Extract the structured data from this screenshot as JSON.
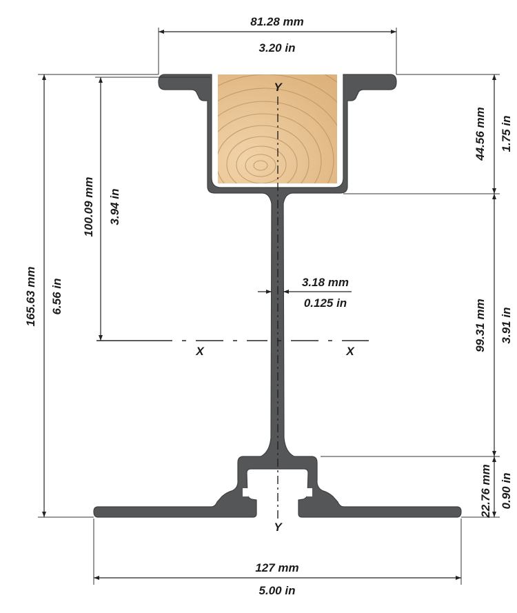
{
  "dimensions": {
    "top_width_mm": "81.28 mm",
    "top_width_in": "3.20 in",
    "overall_height_mm": "165.63 mm",
    "overall_height_in": "6.56 in",
    "neutral_axis_mm": "100.09 mm",
    "neutral_axis_in": "3.94 in",
    "top_flange_height_mm": "44.56 mm",
    "top_flange_height_in": "1.75 in",
    "web_height_mm": "99.31 mm",
    "web_height_in": "3.91 in",
    "bottom_flange_height_mm": "22.76 mm",
    "bottom_flange_height_in": "0.90 in",
    "web_thickness_mm": "3.18 mm",
    "web_thickness_in": "0.125 in",
    "base_width_mm": "127 mm",
    "base_width_in": "5.00 in"
  },
  "axes": {
    "y_top": "Y",
    "y_bottom": "Y",
    "x_left": "X",
    "x_right": "X"
  },
  "colors": {
    "profile": "#555657",
    "wood": "#e8c292",
    "ring": "#b98e5c"
  }
}
